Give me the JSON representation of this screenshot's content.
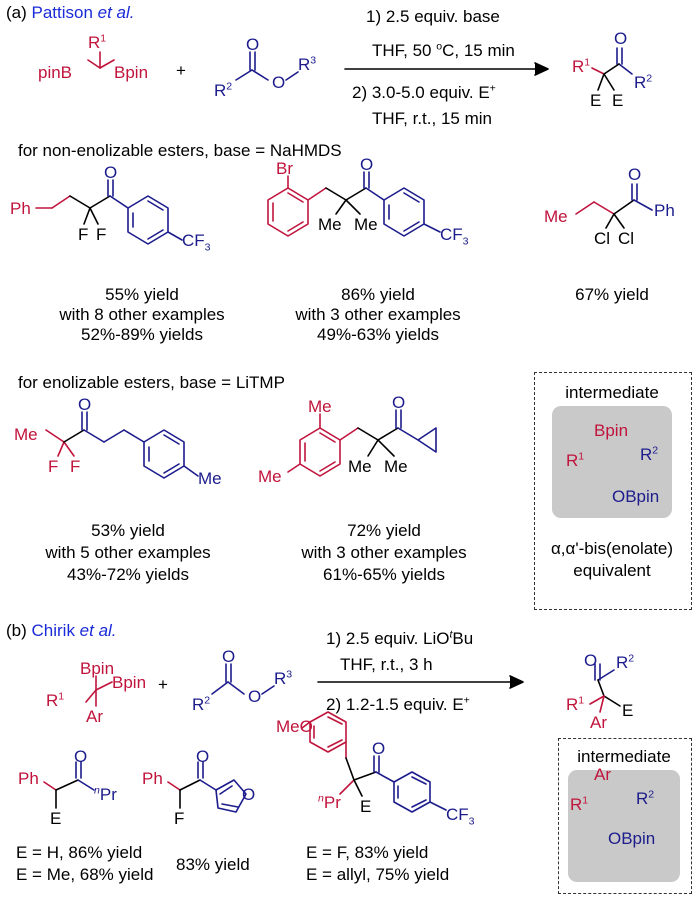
{
  "section_a": {
    "label_prefix": "(a) ",
    "author": "Pattison",
    "etal": " et al.",
    "reagent_boron": {
      "R": "R",
      "R_sup": "1",
      "left": "pinB",
      "right": "Bpin"
    },
    "plus": "+",
    "ester": {
      "O": "O",
      "R2": "R",
      "R2_sup": "2",
      "O2": "O",
      "R3": "R",
      "R3_sup": "3"
    },
    "cond1": "1) 2.5 equiv. base",
    "cond2_a": "THF, 50 ",
    "cond2_deg": "o",
    "cond2_b": "C, 15 min",
    "cond3_a": "2) 3.0-5.0 equiv. E",
    "cond3_sup": "+",
    "cond4": "THF, r.t., 15 min",
    "product": {
      "O": "O",
      "R1": "R",
      "R1_sup": "1",
      "R2": "R",
      "R2_sup": "2",
      "E1": "E",
      "E2": "E"
    },
    "nonenol_header": "for non-enolizable esters, base = NaHMDS",
    "ex1": {
      "Ph": "Ph",
      "O": "O",
      "F1": "F",
      "F2": "F",
      "CF3": "CF",
      "CF3_sub": "3",
      "line1": "55% yield",
      "line2": "with 8 other examples",
      "line3": "52%-89% yields"
    },
    "ex2": {
      "Br": "Br",
      "O": "O",
      "Me1": "Me",
      "Me2": "Me",
      "CF3": "CF",
      "CF3_sub": "3",
      "line1": "86% yield",
      "line2": "with 3 other examples",
      "line3": "49%-63% yields"
    },
    "ex3": {
      "O": "O",
      "Me": "Me",
      "Ph": "Ph",
      "Cl1": "Cl",
      "Cl2": "Cl",
      "line1": "67% yield"
    },
    "enol_header": "for enolizable esters, base = LiTMP",
    "ex4": {
      "O": "O",
      "Me": "Me",
      "F1": "F",
      "F2": "F",
      "Me_ar": "Me",
      "line1": "53% yield",
      "line2": "with 5 other examples",
      "line3": "43%-72% yields"
    },
    "ex5": {
      "O": "O",
      "Me_top": "Me",
      "Me_left": "Me",
      "Me1": "Me",
      "Me2": "Me",
      "line1": "72% yield",
      "line2": "with 3 other examples",
      "line3": "61%-65% yields"
    },
    "intermediate": {
      "title": "intermediate",
      "Bpin": "Bpin",
      "R1": "R",
      "R1_sup": "1",
      "R2": "R",
      "R2_sup": "2",
      "OBpin": "OBpin",
      "note1": "α,α'-bis(enolate)",
      "note2": "equivalent"
    }
  },
  "section_b": {
    "label_prefix": "(b) ",
    "author": "Chirik",
    "etal": " et al.",
    "reagent_boron": {
      "Bpin_top": "Bpin",
      "R": "R",
      "R_sup": "1",
      "Bpin_right": "Bpin",
      "Ar": "Ar"
    },
    "plus": "+",
    "ester": {
      "O": "O",
      "R2": "R",
      "R2_sup": "2",
      "O2": "O",
      "R3": "R",
      "R3_sup": "3"
    },
    "cond1_a": "1) 2.5 equiv. LiO",
    "cond1_t": "t",
    "cond1_b": "Bu",
    "cond2": "THF, r.t., 3 h",
    "cond3_a": "2) 1.2-1.5 equiv. E",
    "cond3_sup": "+",
    "product": {
      "O": "O",
      "R2": "R",
      "R2_sup": "2",
      "R1": "R",
      "R1_sup": "1",
      "Ar": "Ar",
      "E": "E"
    },
    "ex1": {
      "Ph": "Ph",
      "O": "O",
      "nPr_n": "n",
      "nPr": "Pr",
      "E": "E",
      "line1": "E = H, 86% yield",
      "line2": "E = Me, 68% yield"
    },
    "ex2": {
      "Ph": "Ph",
      "O": "O",
      "F": "F",
      "O_ring": "O",
      "line1": "83% yield"
    },
    "ex3": {
      "MeO": "MeO",
      "O": "O",
      "nPr_n": "n",
      "nPr": "Pr",
      "E": "E",
      "CF3": "CF",
      "CF3_sub": "3",
      "line1": "E = F, 83% yield",
      "line2": "E = allyl, 75% yield"
    },
    "intermediate": {
      "title": "intermediate",
      "Ar": "Ar",
      "R1": "R",
      "R1_sup": "1",
      "R2": "R",
      "R2_sup": "2",
      "OBpin": "OBpin"
    }
  },
  "colors": {
    "red": "#c0143c",
    "blue": "#1c1c8c",
    "link": "#1a2bd8"
  }
}
